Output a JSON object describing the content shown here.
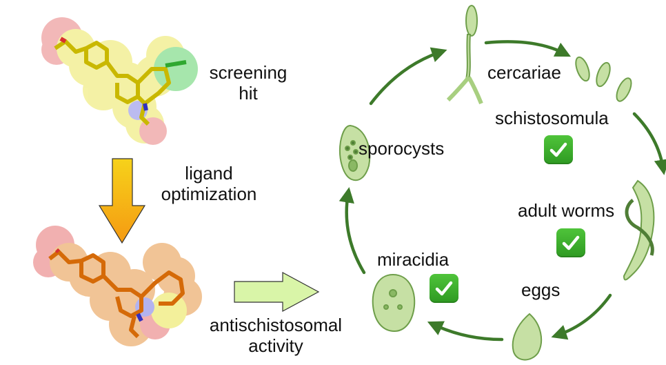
{
  "molecule_top": {
    "label_line1": "screening",
    "label_line2": "hit"
  },
  "optimization": {
    "line1": "ligand",
    "line2": "optimization"
  },
  "activity": {
    "line1": "antischistosomal",
    "line2": "activity"
  },
  "lifecycle": {
    "stages": [
      {
        "name": "cercariae",
        "checked": false
      },
      {
        "name": "schistosomula",
        "checked": true
      },
      {
        "name": "adult worms",
        "checked": true
      },
      {
        "name": "eggs",
        "checked": false
      },
      {
        "name": "miracidia",
        "checked": true
      },
      {
        "name": "sporocysts",
        "checked": false
      }
    ]
  },
  "colors": {
    "arrow_green": "#3d7a2a",
    "organism_fill": "#c6e0a4",
    "organism_stroke": "#6e9e4a",
    "hit_molecule": "#e8d820",
    "optimized_molecule": "#e07a10",
    "block_arrow": "#d9f5a8",
    "check_green": "#3bb02c"
  }
}
